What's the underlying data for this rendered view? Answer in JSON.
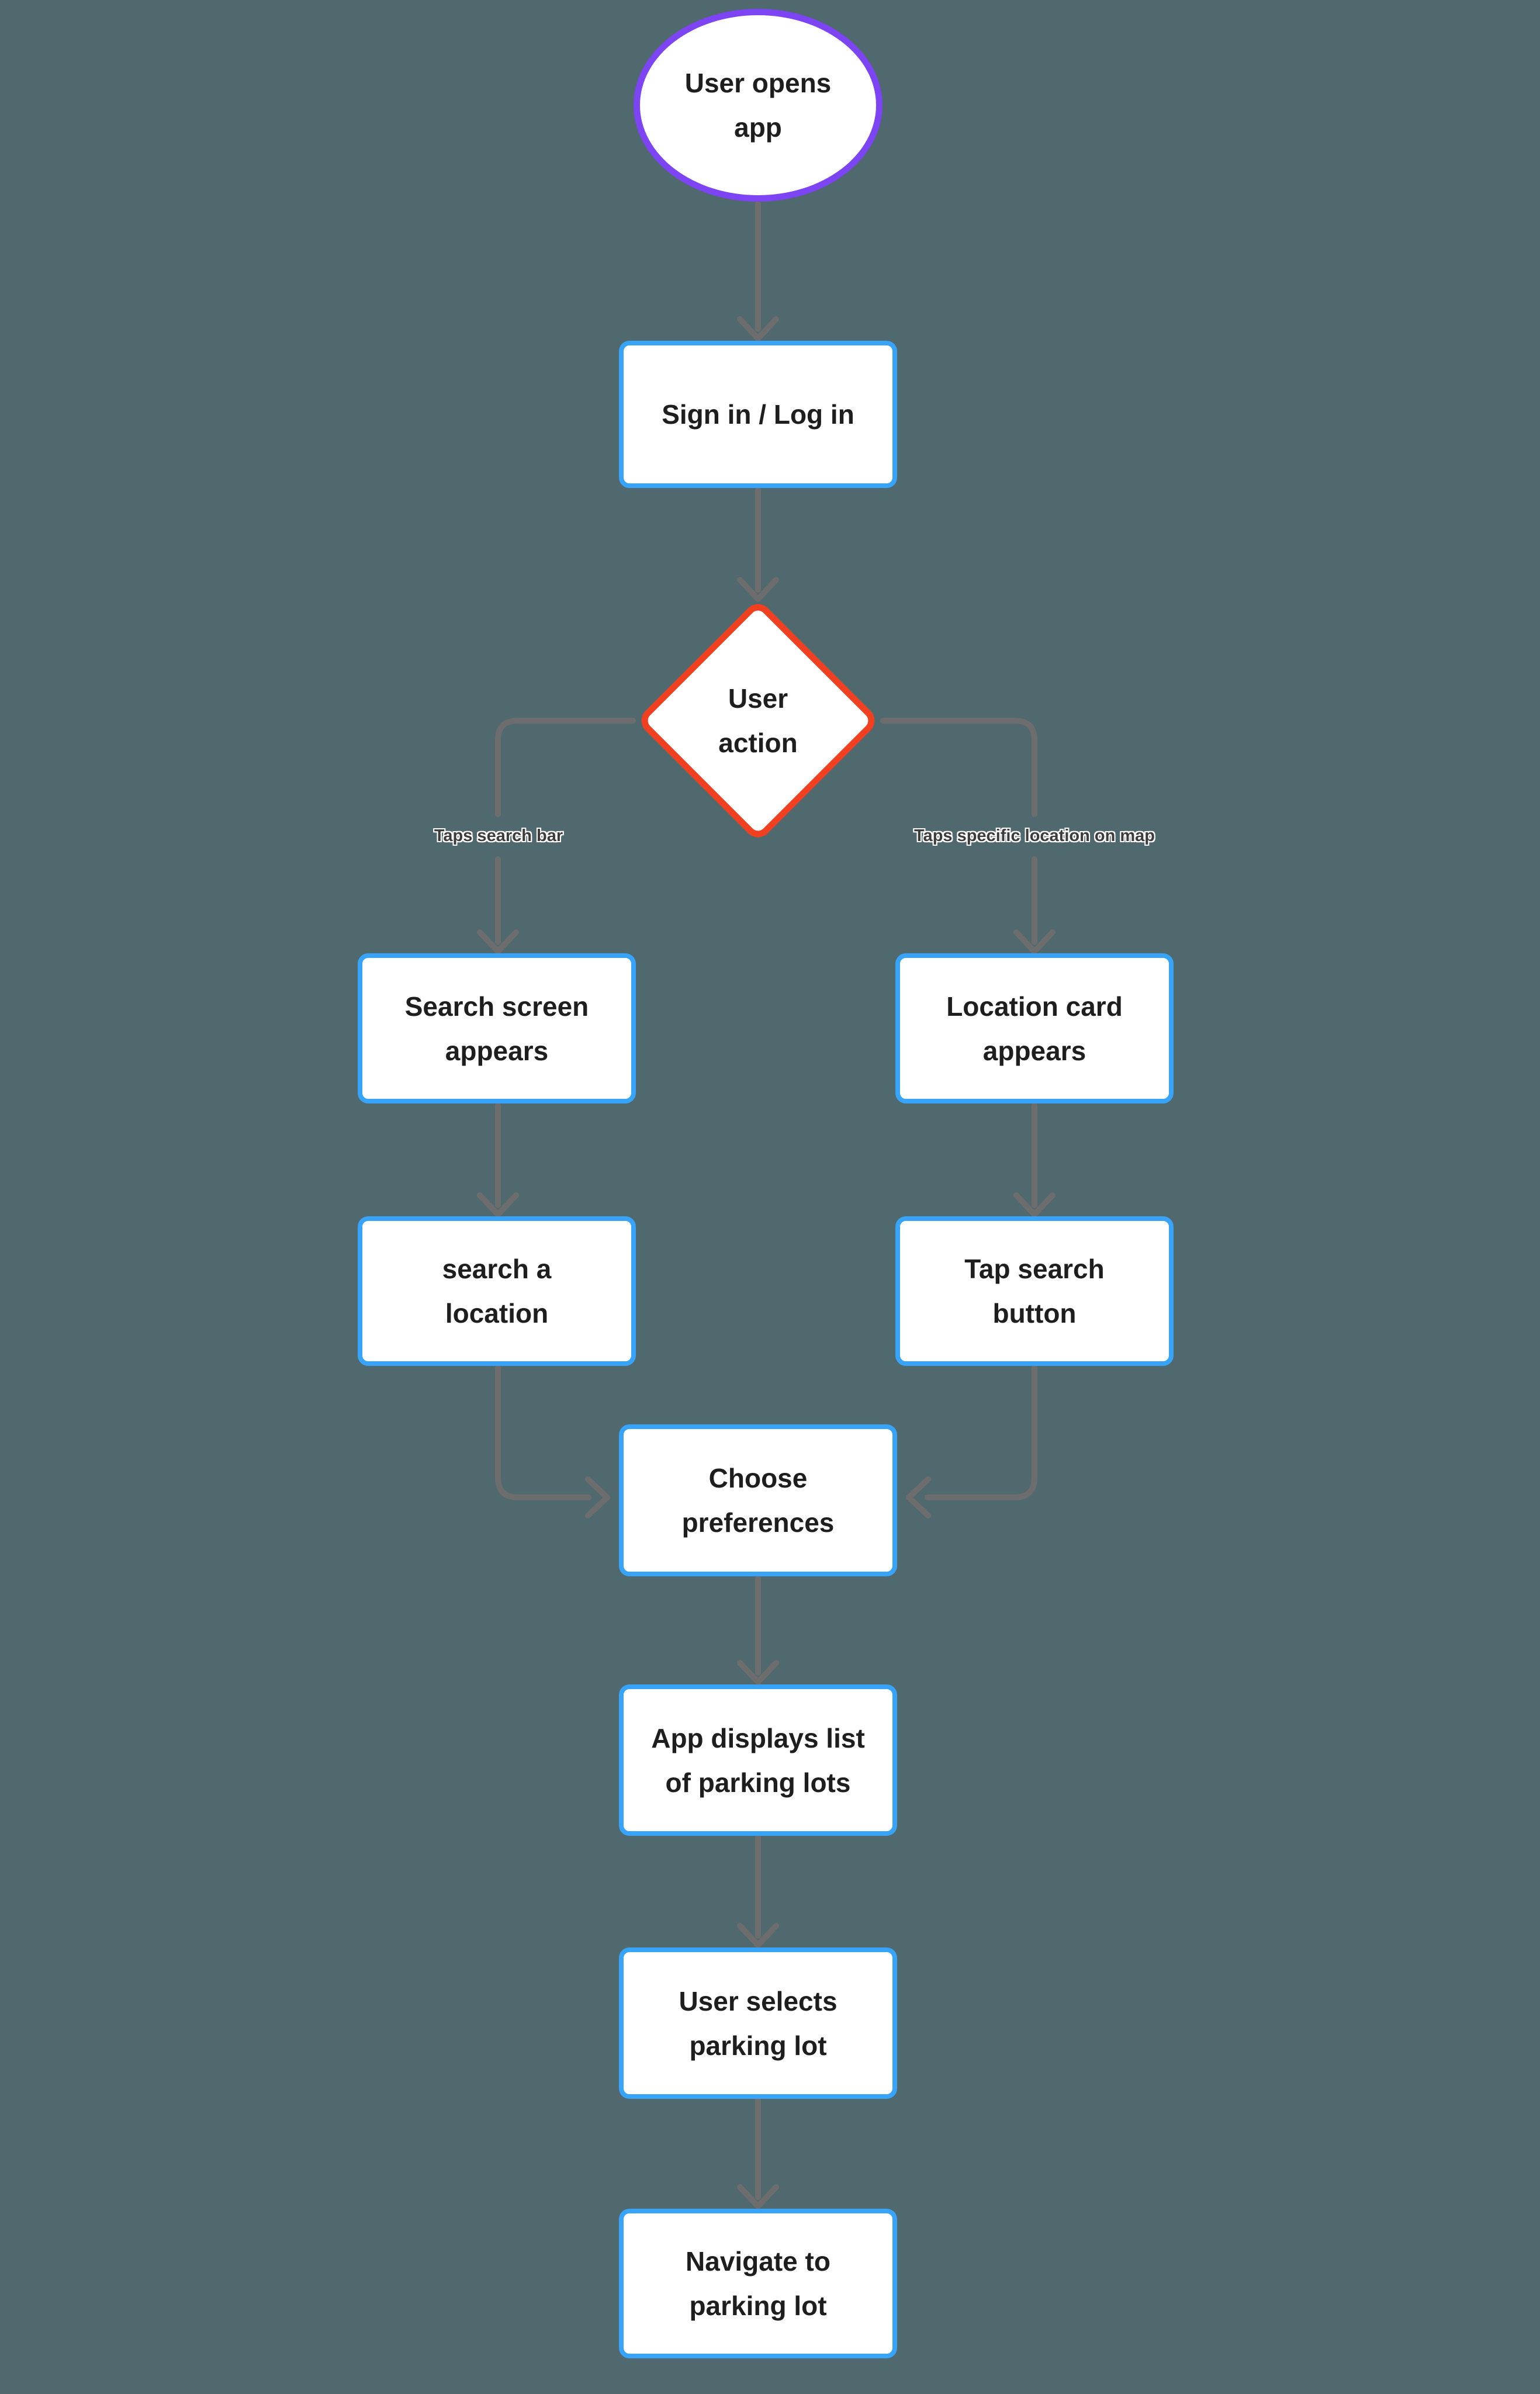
{
  "colors": {
    "background": "#50696F",
    "node_fill": "#FFFFFF",
    "node_text": "#1E1E1E",
    "blue_border": "#37A3F9",
    "purple_border": "#7C44F2",
    "red_border": "#F04020",
    "connector": "#6D6D6D",
    "edge_label_text": "#3C3C3C"
  },
  "flowchart": {
    "nodes": {
      "start": {
        "type": "ellipse",
        "lines": [
          "User opens",
          "app"
        ]
      },
      "signin": {
        "type": "process",
        "lines": [
          "Sign in / Log in",
          ""
        ]
      },
      "decision": {
        "type": "decision",
        "lines": [
          "User",
          "action"
        ]
      },
      "search_screen": {
        "type": "process",
        "lines": [
          "Search screen",
          "appears"
        ]
      },
      "location_card": {
        "type": "process",
        "lines": [
          "Location card",
          "appears"
        ]
      },
      "search_location": {
        "type": "process",
        "lines": [
          "search a",
          "location"
        ]
      },
      "tap_search": {
        "type": "process",
        "lines": [
          "Tap search",
          "button"
        ]
      },
      "choose_prefs": {
        "type": "process",
        "lines": [
          "Choose",
          "preferences"
        ]
      },
      "app_list": {
        "type": "process",
        "lines": [
          "App displays list",
          "of parking lots"
        ]
      },
      "select_lot": {
        "type": "process",
        "lines": [
          "User selects",
          "parking lot"
        ]
      },
      "navigate": {
        "type": "process",
        "lines": [
          "Navigate to",
          "parking lot"
        ]
      }
    },
    "edge_labels": {
      "left": "Taps search bar",
      "right": "Taps specific location on map"
    }
  }
}
